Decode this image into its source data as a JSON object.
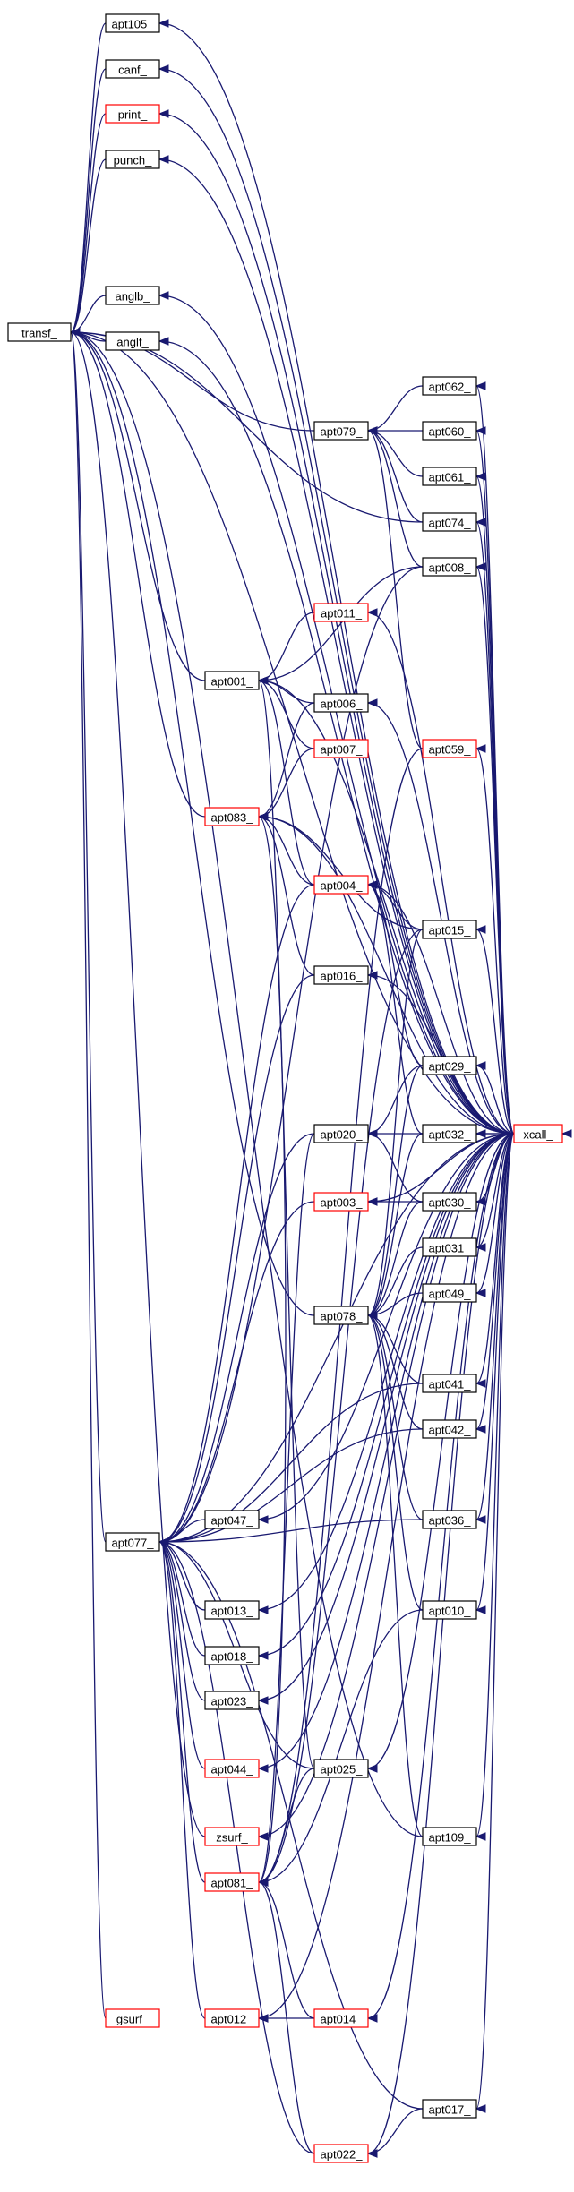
{
  "styles": {
    "edge_color": "#191970",
    "normal_border": "#000000",
    "truncated_border": "#ff0000",
    "root_fill": "#bfbfbf"
  },
  "nodes": [
    {
      "id": "transf",
      "label": "transf_",
      "kind": "root"
    },
    {
      "id": "apt105",
      "label": "apt105_",
      "kind": "normal"
    },
    {
      "id": "canf",
      "label": "canf_",
      "kind": "normal"
    },
    {
      "id": "print",
      "label": "print_",
      "kind": "truncated"
    },
    {
      "id": "punch",
      "label": "punch_",
      "kind": "normal"
    },
    {
      "id": "anglb",
      "label": "anglb_",
      "kind": "normal"
    },
    {
      "id": "anglf",
      "label": "anglf_",
      "kind": "normal"
    },
    {
      "id": "apt062",
      "label": "apt062_",
      "kind": "normal"
    },
    {
      "id": "apt079",
      "label": "apt079_",
      "kind": "normal"
    },
    {
      "id": "apt060",
      "label": "apt060_",
      "kind": "normal"
    },
    {
      "id": "apt061",
      "label": "apt061_",
      "kind": "normal"
    },
    {
      "id": "apt074",
      "label": "apt074_",
      "kind": "normal"
    },
    {
      "id": "apt008",
      "label": "apt008_",
      "kind": "normal"
    },
    {
      "id": "apt011",
      "label": "apt011_",
      "kind": "truncated"
    },
    {
      "id": "apt001",
      "label": "apt001_",
      "kind": "normal"
    },
    {
      "id": "apt006",
      "label": "apt006_",
      "kind": "normal"
    },
    {
      "id": "apt007",
      "label": "apt007_",
      "kind": "truncated"
    },
    {
      "id": "apt059",
      "label": "apt059_",
      "kind": "truncated"
    },
    {
      "id": "apt083",
      "label": "apt083_",
      "kind": "truncated"
    },
    {
      "id": "apt004",
      "label": "apt004_",
      "kind": "truncated"
    },
    {
      "id": "apt015",
      "label": "apt015_",
      "kind": "normal"
    },
    {
      "id": "apt016",
      "label": "apt016_",
      "kind": "normal"
    },
    {
      "id": "apt029",
      "label": "apt029_",
      "kind": "normal"
    },
    {
      "id": "apt020",
      "label": "apt020_",
      "kind": "normal"
    },
    {
      "id": "apt032",
      "label": "apt032_",
      "kind": "normal"
    },
    {
      "id": "xcall",
      "label": "xcall_",
      "kind": "truncated"
    },
    {
      "id": "apt003",
      "label": "apt003_",
      "kind": "truncated"
    },
    {
      "id": "apt030",
      "label": "apt030_",
      "kind": "normal"
    },
    {
      "id": "apt031",
      "label": "apt031_",
      "kind": "normal"
    },
    {
      "id": "apt078",
      "label": "apt078_",
      "kind": "normal"
    },
    {
      "id": "apt049",
      "label": "apt049_",
      "kind": "normal"
    },
    {
      "id": "apt041",
      "label": "apt041_",
      "kind": "normal"
    },
    {
      "id": "apt042",
      "label": "apt042_",
      "kind": "normal"
    },
    {
      "id": "apt047",
      "label": "apt047_",
      "kind": "normal"
    },
    {
      "id": "apt077",
      "label": "apt077_",
      "kind": "normal"
    },
    {
      "id": "apt036",
      "label": "apt036_",
      "kind": "normal"
    },
    {
      "id": "apt013",
      "label": "apt013_",
      "kind": "normal"
    },
    {
      "id": "apt010",
      "label": "apt010_",
      "kind": "normal"
    },
    {
      "id": "apt018",
      "label": "apt018_",
      "kind": "normal"
    },
    {
      "id": "apt023",
      "label": "apt023_",
      "kind": "normal"
    },
    {
      "id": "apt044",
      "label": "apt044_",
      "kind": "truncated"
    },
    {
      "id": "apt025",
      "label": "apt025_",
      "kind": "normal"
    },
    {
      "id": "zsurf",
      "label": "zsurf_",
      "kind": "truncated"
    },
    {
      "id": "apt109",
      "label": "apt109_",
      "kind": "normal"
    },
    {
      "id": "apt081",
      "label": "apt081_",
      "kind": "truncated"
    },
    {
      "id": "gsurf",
      "label": "gsurf_",
      "kind": "truncated"
    },
    {
      "id": "apt012",
      "label": "apt012_",
      "kind": "truncated"
    },
    {
      "id": "apt014",
      "label": "apt014_",
      "kind": "truncated"
    },
    {
      "id": "apt017",
      "label": "apt017_",
      "kind": "normal"
    },
    {
      "id": "apt022",
      "label": "apt022_",
      "kind": "truncated"
    }
  ],
  "edges": [
    {
      "from": "apt105",
      "to": "transf"
    },
    {
      "from": "canf",
      "to": "transf"
    },
    {
      "from": "print",
      "to": "transf"
    },
    {
      "from": "punch",
      "to": "transf"
    },
    {
      "from": "anglb",
      "to": "transf"
    },
    {
      "from": "anglf",
      "to": "transf"
    },
    {
      "from": "apt079",
      "to": "transf"
    },
    {
      "from": "apt074",
      "to": "transf"
    },
    {
      "from": "apt001",
      "to": "transf"
    },
    {
      "from": "apt083",
      "to": "transf"
    },
    {
      "from": "apt078",
      "to": "transf"
    },
    {
      "from": "apt077",
      "to": "transf"
    },
    {
      "from": "zsurf",
      "to": "transf"
    },
    {
      "from": "apt109",
      "to": "transf"
    },
    {
      "from": "gsurf",
      "to": "transf"
    },
    {
      "from": "xcall",
      "to": "transf"
    },
    {
      "from": "xcall",
      "to": "apt105"
    },
    {
      "from": "xcall",
      "to": "canf"
    },
    {
      "from": "xcall",
      "to": "print"
    },
    {
      "from": "xcall",
      "to": "punch"
    },
    {
      "from": "xcall",
      "to": "anglb"
    },
    {
      "from": "xcall",
      "to": "anglf"
    },
    {
      "from": "apt062",
      "to": "apt079"
    },
    {
      "from": "apt060",
      "to": "apt079"
    },
    {
      "from": "apt061",
      "to": "apt079"
    },
    {
      "from": "apt074",
      "to": "apt079"
    },
    {
      "from": "apt008",
      "to": "apt079"
    },
    {
      "from": "apt059",
      "to": "apt079"
    },
    {
      "from": "xcall",
      "to": "apt062"
    },
    {
      "from": "xcall",
      "to": "apt060"
    },
    {
      "from": "xcall",
      "to": "apt061"
    },
    {
      "from": "xcall",
      "to": "apt074"
    },
    {
      "from": "xcall",
      "to": "apt008"
    },
    {
      "from": "apt008",
      "to": "apt001"
    },
    {
      "from": "apt011",
      "to": "apt001"
    },
    {
      "from": "apt006",
      "to": "apt001"
    },
    {
      "from": "apt007",
      "to": "apt001"
    },
    {
      "from": "apt004",
      "to": "apt001"
    },
    {
      "from": "apt025",
      "to": "apt001"
    },
    {
      "from": "xcall",
      "to": "apt001"
    },
    {
      "from": "xcall",
      "to": "apt011"
    },
    {
      "from": "xcall",
      "to": "apt006"
    },
    {
      "from": "xcall",
      "to": "apt059"
    },
    {
      "from": "apt006",
      "to": "apt083"
    },
    {
      "from": "apt007",
      "to": "apt083"
    },
    {
      "from": "apt004",
      "to": "apt083"
    },
    {
      "from": "apt015",
      "to": "apt083"
    },
    {
      "from": "apt016",
      "to": "apt083"
    },
    {
      "from": "apt081",
      "to": "apt083"
    },
    {
      "from": "xcall",
      "to": "apt083"
    },
    {
      "from": "apt015",
      "to": "apt004"
    },
    {
      "from": "apt029",
      "to": "apt004"
    },
    {
      "from": "apt032",
      "to": "apt004"
    },
    {
      "from": "xcall",
      "to": "apt004"
    },
    {
      "from": "xcall",
      "to": "apt015"
    },
    {
      "from": "xcall",
      "to": "apt016"
    },
    {
      "from": "apt029",
      "to": "apt020"
    },
    {
      "from": "apt032",
      "to": "apt020"
    },
    {
      "from": "apt030",
      "to": "apt020"
    },
    {
      "from": "xcall",
      "to": "apt029"
    },
    {
      "from": "xcall",
      "to": "apt032"
    },
    {
      "from": "apt030",
      "to": "apt003"
    },
    {
      "from": "xcall",
      "to": "apt003"
    },
    {
      "from": "xcall",
      "to": "apt030"
    },
    {
      "from": "xcall",
      "to": "apt031"
    },
    {
      "from": "xcall",
      "to": "apt049"
    },
    {
      "from": "xcall",
      "to": "apt041"
    },
    {
      "from": "xcall",
      "to": "apt042"
    },
    {
      "from": "apt029",
      "to": "apt078"
    },
    {
      "from": "apt032",
      "to": "apt078"
    },
    {
      "from": "apt030",
      "to": "apt078"
    },
    {
      "from": "apt031",
      "to": "apt078"
    },
    {
      "from": "apt049",
      "to": "apt078"
    },
    {
      "from": "apt041",
      "to": "apt078"
    },
    {
      "from": "apt042",
      "to": "apt078"
    },
    {
      "from": "apt036",
      "to": "apt078"
    },
    {
      "from": "apt010",
      "to": "apt078"
    },
    {
      "from": "apt109",
      "to": "apt078"
    },
    {
      "from": "apt015",
      "to": "apt078"
    },
    {
      "from": "xcall",
      "to": "apt047"
    },
    {
      "from": "apt047",
      "to": "apt077"
    },
    {
      "from": "apt041",
      "to": "apt077"
    },
    {
      "from": "apt042",
      "to": "apt077"
    },
    {
      "from": "apt036",
      "to": "apt077"
    },
    {
      "from": "apt013",
      "to": "apt077"
    },
    {
      "from": "apt018",
      "to": "apt077"
    },
    {
      "from": "apt023",
      "to": "apt077"
    },
    {
      "from": "apt044",
      "to": "apt077"
    },
    {
      "from": "apt025",
      "to": "apt077"
    },
    {
      "from": "apt081",
      "to": "apt077"
    },
    {
      "from": "apt012",
      "to": "apt077"
    },
    {
      "from": "apt017",
      "to": "apt077"
    },
    {
      "from": "apt022",
      "to": "apt077"
    },
    {
      "from": "apt008",
      "to": "apt077"
    },
    {
      "from": "apt004",
      "to": "apt077"
    },
    {
      "from": "apt016",
      "to": "apt077"
    },
    {
      "from": "apt020",
      "to": "apt077"
    },
    {
      "from": "apt003",
      "to": "apt077"
    },
    {
      "from": "xcall",
      "to": "apt077"
    },
    {
      "from": "xcall",
      "to": "apt036"
    },
    {
      "from": "xcall",
      "to": "apt013"
    },
    {
      "from": "xcall",
      "to": "apt010"
    },
    {
      "from": "xcall",
      "to": "apt018"
    },
    {
      "from": "xcall",
      "to": "apt023"
    },
    {
      "from": "xcall",
      "to": "apt044"
    },
    {
      "from": "xcall",
      "to": "apt025"
    },
    {
      "from": "xcall",
      "to": "zsurf"
    },
    {
      "from": "xcall",
      "to": "apt109"
    },
    {
      "from": "apt025",
      "to": "apt081"
    },
    {
      "from": "apt010",
      "to": "apt081"
    },
    {
      "from": "apt014",
      "to": "apt081"
    },
    {
      "from": "apt022",
      "to": "apt081"
    },
    {
      "from": "apt059",
      "to": "apt081"
    },
    {
      "from": "apt015",
      "to": "apt081"
    },
    {
      "from": "apt020",
      "to": "apt081"
    },
    {
      "from": "apt014",
      "to": "apt012"
    },
    {
      "from": "xcall",
      "to": "apt012"
    },
    {
      "from": "xcall",
      "to": "apt014"
    },
    {
      "from": "xcall",
      "to": "apt017"
    },
    {
      "from": "apt017",
      "to": "apt022"
    },
    {
      "from": "xcall",
      "to": "apt022"
    },
    {
      "from": "apt032",
      "to": "xcall"
    }
  ]
}
